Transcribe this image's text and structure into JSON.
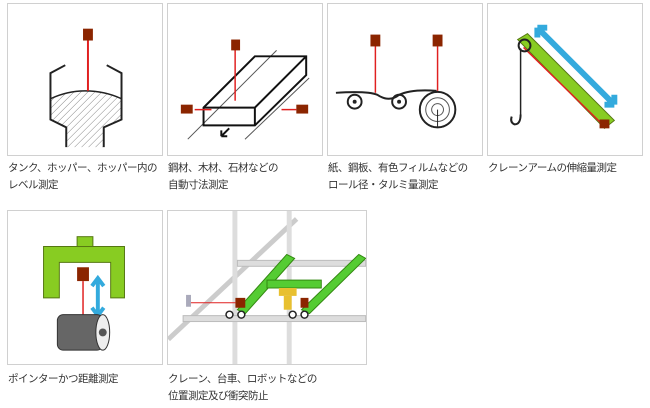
{
  "items": [
    {
      "line1": "タンク、ホッパー、ホッパー内の",
      "line2": "レベル測定"
    },
    {
      "line1": "鋼材、木材、石材などの",
      "line2": "自動寸法測定"
    },
    {
      "line1": "紙、鋼板、有色フィルムなどの",
      "line2": "ロール径・タルミ量測定"
    },
    {
      "line1": "クレーンアームの伸縮量測定",
      "line2": ""
    },
    {
      "line1": "ポインターかつ距離測定",
      "line2": ""
    },
    {
      "line1": "クレーン、台車、ロボットなどの",
      "line2": "位置測定及び衝突防止"
    }
  ],
  "colors": {
    "sensor": "#8b2500",
    "laser": "#e02020",
    "green": "#88cc22",
    "arrow": "#33aadd"
  }
}
